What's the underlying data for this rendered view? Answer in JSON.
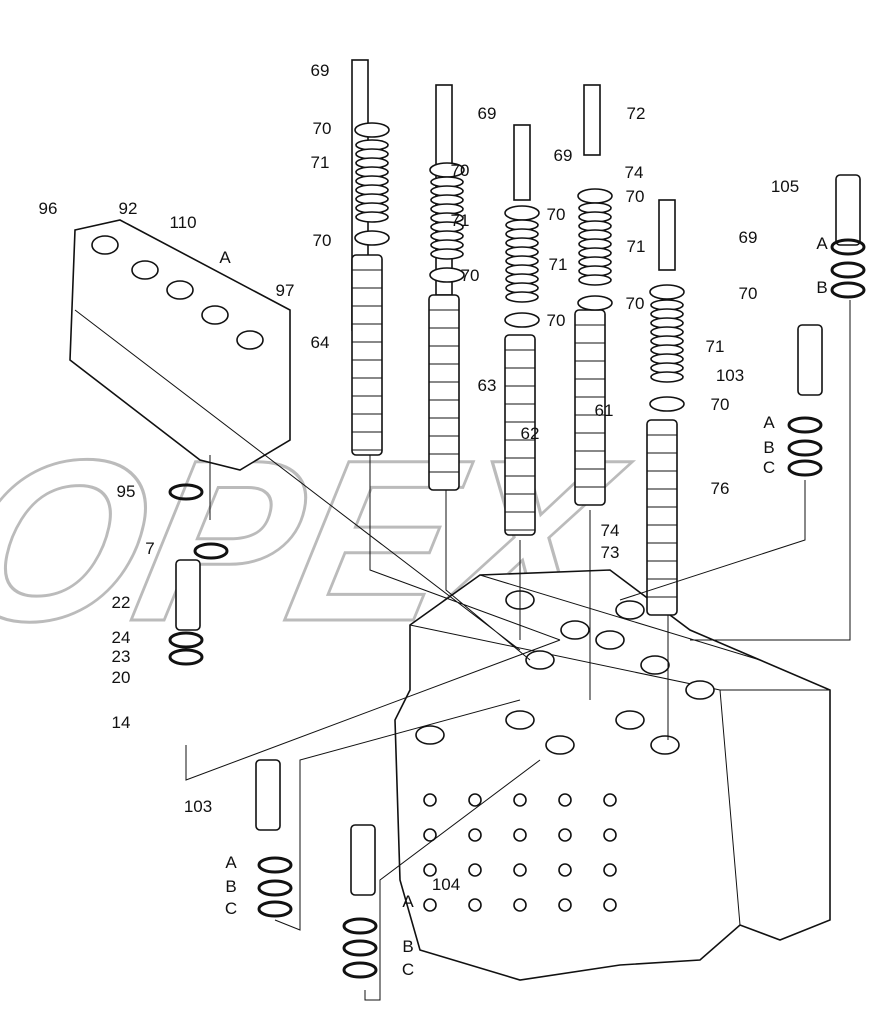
{
  "watermark": "OPEX",
  "callouts": [
    "69",
    "70",
    "71",
    "70",
    "64",
    "69",
    "70",
    "71",
    "70",
    "63",
    "69",
    "70",
    "71",
    "70",
    "62",
    "72",
    "74",
    "70",
    "71",
    "70",
    "61",
    "74",
    "73",
    "69",
    "70",
    "71",
    "70",
    "76",
    "105",
    "A",
    "B",
    "103",
    "A",
    "B",
    "C",
    "96",
    "92",
    "110",
    "A",
    "97",
    "95",
    "7",
    "22",
    "24",
    "23",
    "20",
    "14",
    "103",
    "A",
    "B",
    "C",
    "104",
    "A",
    "B",
    "C"
  ]
}
